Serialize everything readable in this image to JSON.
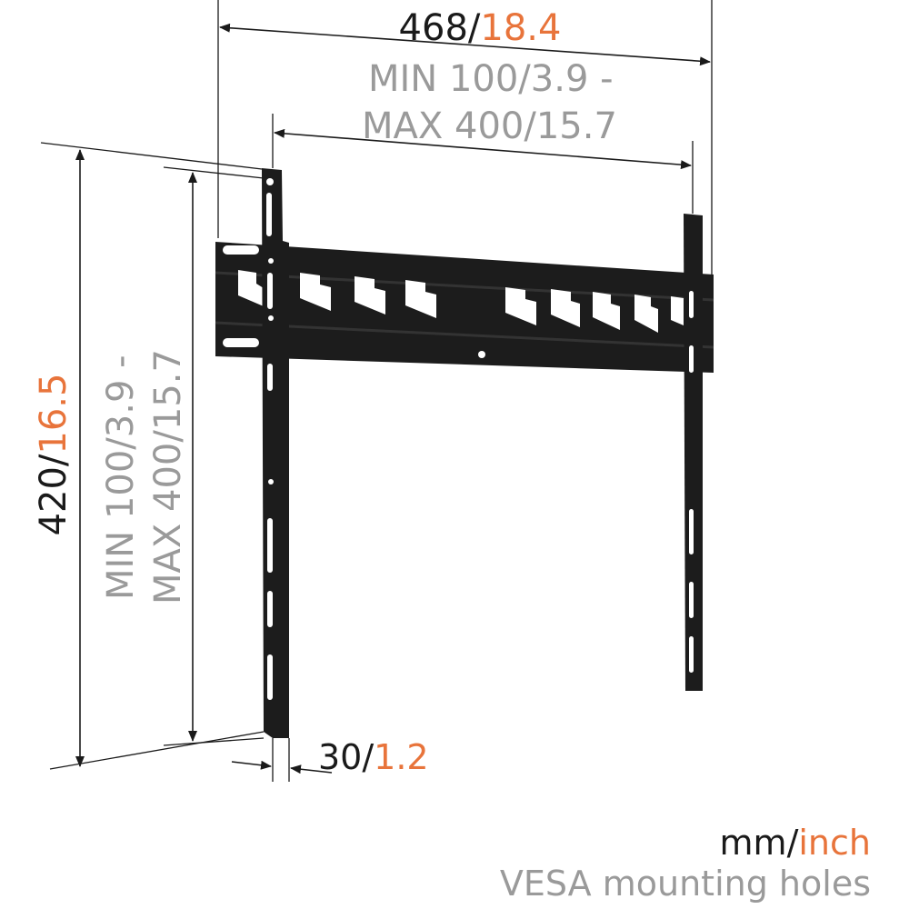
{
  "colors": {
    "metric": "#1a1a1a",
    "imperial": "#e8743b",
    "vesa": "#9a9a9a",
    "bracket": "#1c1c1c"
  },
  "dimensions": {
    "width": {
      "mm": "468/",
      "inch": "18.4"
    },
    "vesa_horizontal": {
      "line1_mm": "MIN 100/",
      "line1_inch": "3.9 -",
      "line2_mm": "MAX 400/",
      "line2_inch": "15.7"
    },
    "height": {
      "mm": "420/",
      "inch": "16.5"
    },
    "vesa_vertical": {
      "line1_mm": "MIN 100/",
      "line1_inch": "3.9 -",
      "line2_mm": "MAX 400/",
      "line2_inch": "15.7"
    },
    "depth": {
      "mm": "30/",
      "inch": "1.2"
    }
  },
  "legend": {
    "mm": "mm/",
    "inch": "inch",
    "vesa_note": "VESA mounting holes"
  }
}
